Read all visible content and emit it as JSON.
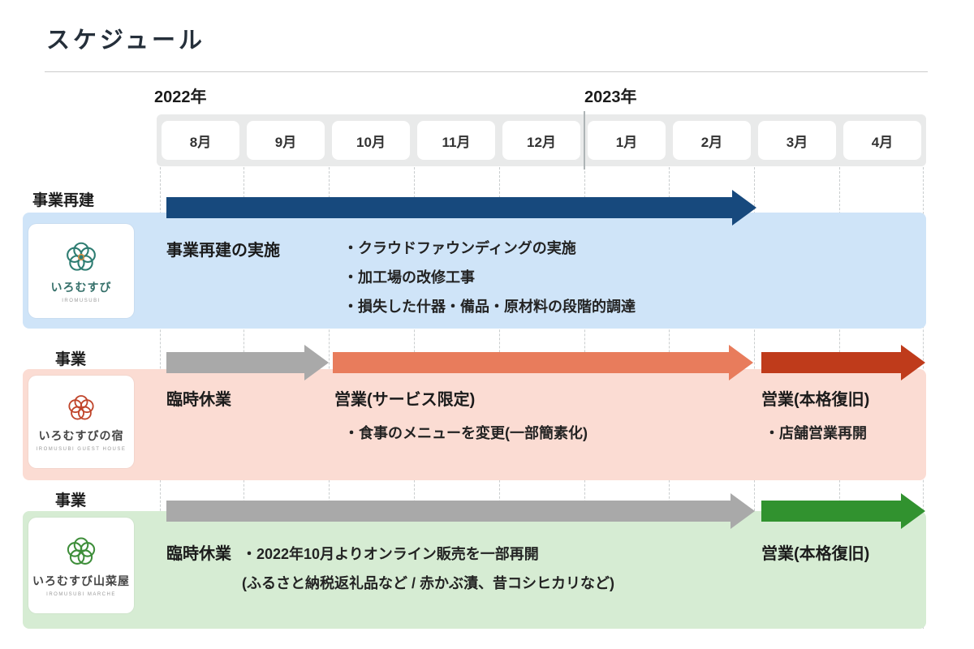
{
  "title": "スケジュール",
  "timeline": {
    "year_left": "2022年",
    "year_right": "2023年",
    "months": [
      "8月",
      "9月",
      "10月",
      "11月",
      "12月",
      "1月",
      "2月",
      "3月",
      "4月"
    ]
  },
  "rows": [
    {
      "category": "事業再建",
      "logo": {
        "name": "いろむすび",
        "subtitle": "IROMUSUBI"
      },
      "phase_label": "事業再建の実施",
      "bullets": [
        "・クラウドファウンディングの実施",
        "・加工場の改修工事",
        "・損失した什器・備品・原材料の段階的調達"
      ]
    },
    {
      "category": "事業",
      "logo": {
        "name": "いろむすびの宿",
        "subtitle": "IROMUSUBI GUEST HOUSE"
      },
      "phase1_label": "臨時休業",
      "phase2_label": "営業(サービス限定)",
      "phase2_bullet": "・食事のメニューを変更(一部簡素化)",
      "phase3_label": "営業(本格復旧)",
      "phase3_bullet": "・店舗営業再開"
    },
    {
      "category": "事業",
      "logo": {
        "name": "いろむすび山菜屋",
        "subtitle": "IROMUSUBI MARCHE"
      },
      "phase1_label": "臨時休業",
      "note_line1": "・2022年10月よりオンライン販売を一部再開",
      "note_line2": "(ふるさと納税返礼品など / 赤かぶ漬、昔コシヒカリなど)",
      "phase3_label": "営業(本格復旧)"
    }
  ],
  "colors": {
    "navy-arrow": "#17497d",
    "gray-arrow": "#a9a9a9",
    "salmon-arrow": "#e87c5c",
    "red-arrow": "#bf3b1b",
    "green-arrow": "#31922f",
    "band-blue": "#cfe4f8",
    "band-pink": "#fbdcd3",
    "band-green": "#d6ecd3",
    "logo-teal": "#2e7d72",
    "logo-red": "#c0452b",
    "logo-green": "#3e8e3a"
  }
}
